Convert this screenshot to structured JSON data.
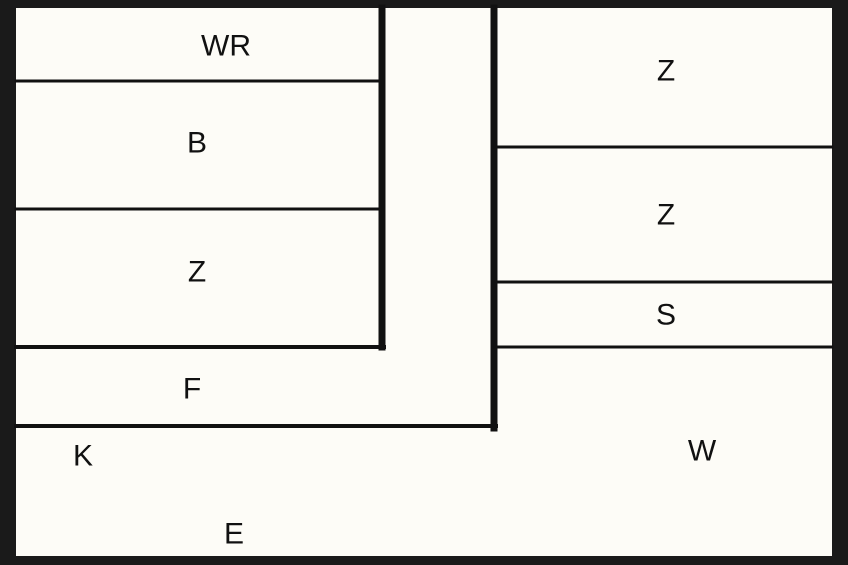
{
  "colors": {
    "background": "#fdfcf7",
    "wall": "#111111",
    "border": "#1a1a1a"
  },
  "rooms": {
    "wr": "WR",
    "b": "B",
    "z_left": "Z",
    "f": "F",
    "k": "K",
    "e": "E",
    "z_right_top": "Z",
    "z_right_mid": "Z",
    "s": "S",
    "w": "W"
  }
}
